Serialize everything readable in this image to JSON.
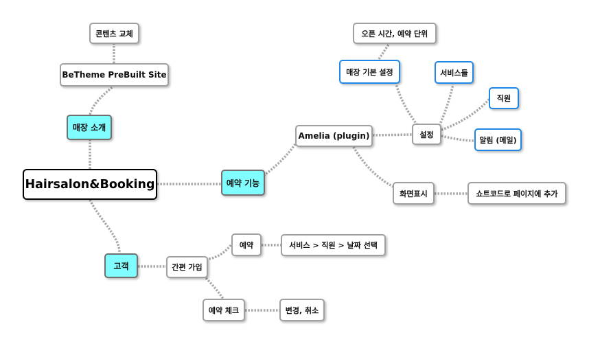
{
  "nodes": {
    "root": "Hairsalon&Booking",
    "store_intro": "매장 소개",
    "betheme": "BeTheme PreBuilt Site",
    "content_replace": "콘텐츠 교체",
    "booking_feature": "예약 기능",
    "amelia": "Amelia (plugin)",
    "settings": "설정",
    "store_basic": "매장 기본 설정",
    "open_time": "오픈 시간,  예약 단위",
    "services": "서비스들",
    "staff": "직원",
    "notify": "알림 (메일)",
    "display": "화면표시",
    "shortcode": "쇼트코드로 페이지에 추가",
    "customer": "고객",
    "easy_signup": "간편 가입",
    "reserve": "예약",
    "reserve_flow": "서비스 > 직원 > 날짜 선택",
    "check_reserve": "예약 체크",
    "change_cancel": "변경, 취소"
  },
  "colors": {
    "category_fill": "#7ffdff",
    "highlight_border": "#1e87e6",
    "default_border": "#a0a0a0",
    "connector": "#a8a8a8"
  }
}
